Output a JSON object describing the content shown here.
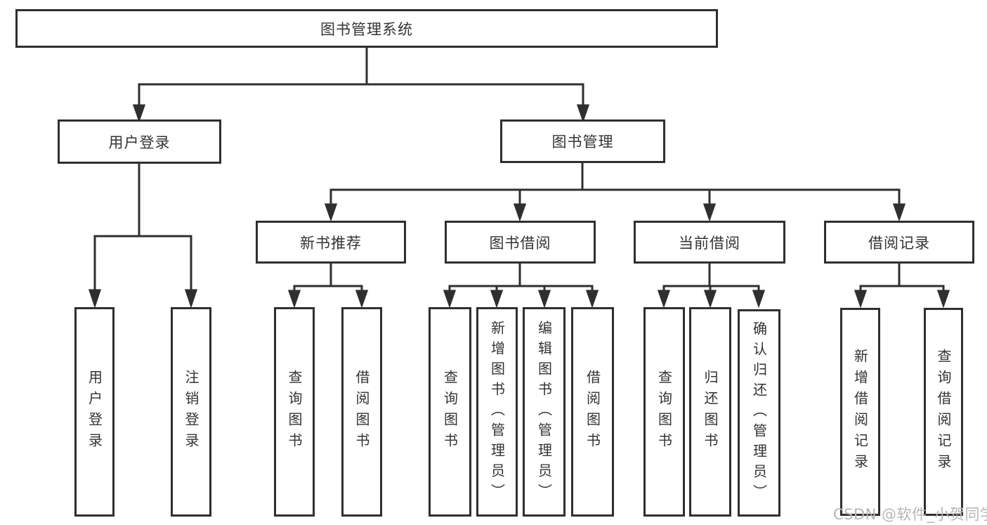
{
  "diagram": {
    "root": "图书管理系统",
    "branches": [
      {
        "label": "用户登录",
        "leaves": [
          "用户登录",
          "注销登录"
        ]
      },
      {
        "label": "图书管理",
        "children": [
          {
            "label": "新书推荐",
            "leaves": [
              "查询图书",
              "借阅图书"
            ]
          },
          {
            "label": "图书借阅",
            "leaves": [
              "查询图书",
              "新增图书（管理员）",
              "编辑图书（管理员）",
              "借阅图书"
            ]
          },
          {
            "label": "当前借阅",
            "leaves": [
              "查询图书",
              "归还图书",
              "确认归还（管理员）"
            ]
          },
          {
            "label": "借阅记录",
            "leaves": [
              "新增借阅记录",
              "查询借阅记录"
            ]
          }
        ]
      }
    ]
  },
  "watermark": "CSDN @软件_小贺同学",
  "colors": {
    "line": "#2f2f2f",
    "text": "#333333",
    "background": "#ffffff",
    "watermark": "#b6b6b6"
  }
}
